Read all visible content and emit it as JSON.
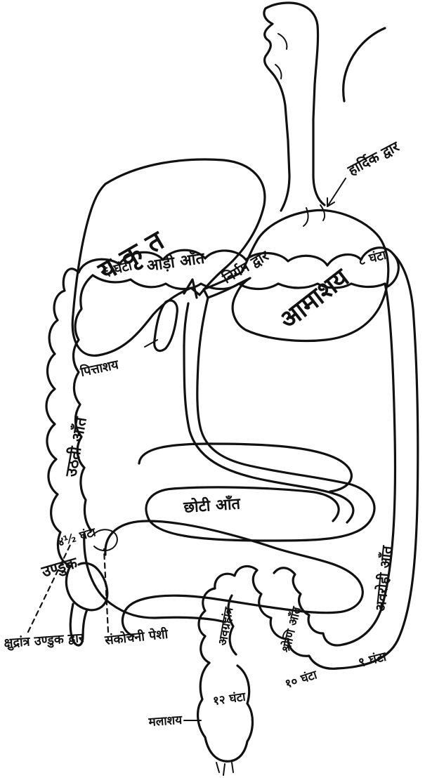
{
  "labels": {
    "liver": "य कृ त",
    "stomach": "आमाशय",
    "cardiac_orifice": "हार्दिक द्वार",
    "pyloric_orifice": "निर्गम द्वार",
    "gall_bladder": "पित्ताशय",
    "transverse_colon": "आड़ी आँत",
    "ascending_colon": "उठती आँत",
    "small_intestine": "छोटी आँत",
    "caecum": "उण्डुक",
    "ileocaecal_valve": "क्षुद्रांत्र उण्डुक द्वार",
    "sphincter_muscle": "संकोचनी पेशी",
    "descending_colon": "अवरोही आँत",
    "sigmoid_colon": "श्रोणि आँत",
    "sigmoid_colon_2": "अवग्रहांत्र",
    "rectum": "मलाशय",
    "time_6": "६ घंटा",
    "time_8": "८ घंटा",
    "time_9": "९ घंटा",
    "time_10": "१० घंटा",
    "time_12": "१२ घंटा",
    "time_4_5": "४½ घंटा"
  }
}
